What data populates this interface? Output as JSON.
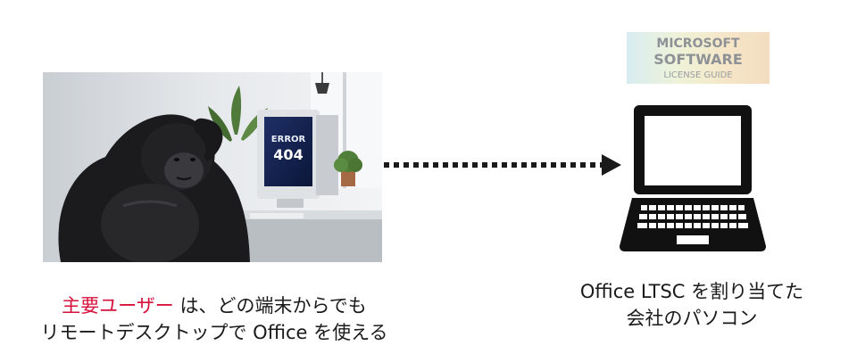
{
  "logo": {
    "line1": "MICROSOFT",
    "line2": "SOFTWARE",
    "line3": "LICENSE GUIDE"
  },
  "photo": {
    "error_label": "ERROR",
    "error_code": "404"
  },
  "left_caption": {
    "highlight": "主要ユーザー",
    "line1_rest": " は、どの端末からでも",
    "line2": "リモートデスクトップで Office を使える"
  },
  "right_caption": {
    "line1": "Office LTSC を割り当てた",
    "line2": "会社のパソコン"
  },
  "colors": {
    "accent": "#d6113c",
    "arrow": "#1a1a1a",
    "text": "#1a1a1a"
  }
}
